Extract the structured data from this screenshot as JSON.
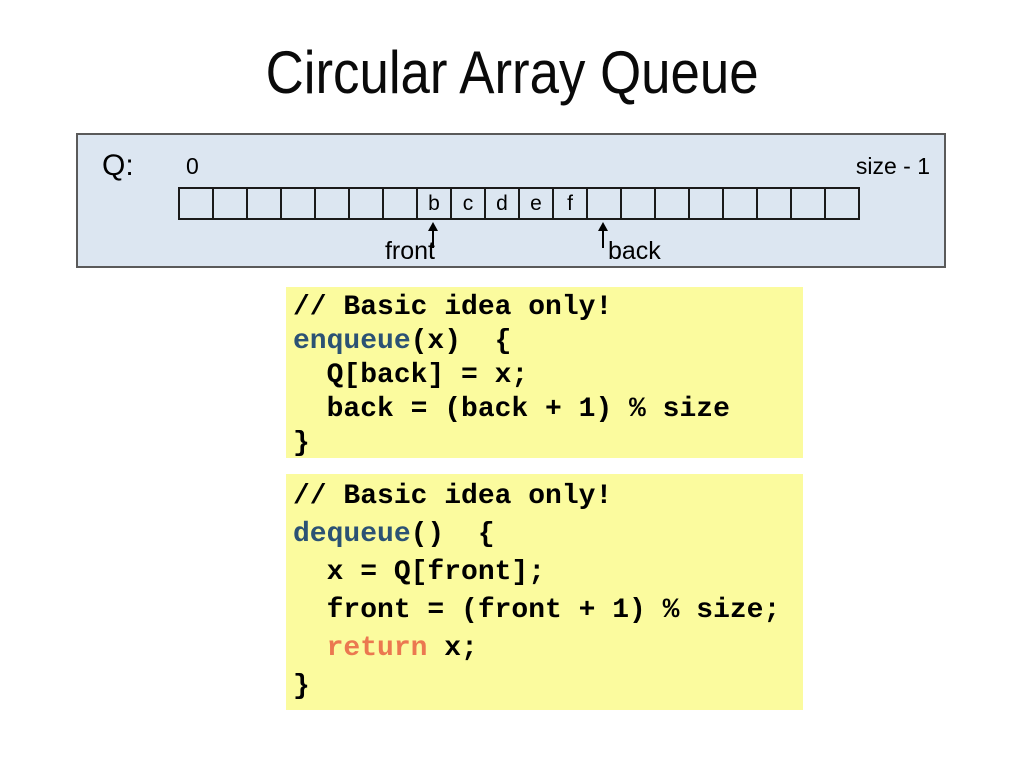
{
  "title": "Circular Array Queue",
  "diagram": {
    "queue_label": "Q:",
    "index_start_label": "0",
    "index_end_label": "size - 1",
    "cells": [
      "",
      "",
      "",
      "",
      "",
      "",
      "",
      "b",
      "c",
      "d",
      "e",
      "f",
      "",
      "",
      "",
      "",
      "",
      "",
      "",
      ""
    ],
    "front_pointer_label": "front",
    "back_pointer_label": "back"
  },
  "code": {
    "enqueue": {
      "comment": "// Basic idea only!",
      "keyword": "enqueue",
      "signature": "(x)  {",
      "body_line1": "  Q[back] = x;",
      "body_line2": "  back = (back + 1) % size",
      "closing_brace": "}"
    },
    "dequeue": {
      "comment": "// Basic idea only!",
      "keyword": "dequeue",
      "signature": "()  {",
      "body_line1": "  x = Q[front];",
      "body_line2": "  front = (front + 1) % size;",
      "return_indent": "  ",
      "return_keyword": "return",
      "return_suffix": " x;",
      "closing_brace": "}"
    }
  },
  "colors": {
    "panel_background": "#dce6f1",
    "panel_border": "#5a5a5a",
    "cell_border": "#1a1a1a",
    "code_background": "#fbfb9e",
    "keyword_color": "#2b5274",
    "return_keyword_color": "#eb7850",
    "code_text_color": "#000000"
  }
}
